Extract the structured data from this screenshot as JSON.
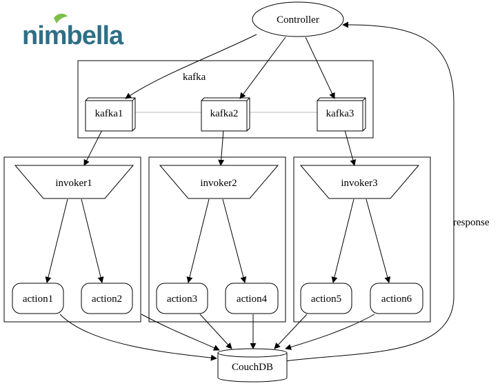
{
  "logo": {
    "text": "nimbella",
    "brand_color": "#2e6f86",
    "accent_color": "#7cc04b"
  },
  "diagram": {
    "controller": "Controller",
    "cluster_label": "kafka",
    "kafka_nodes": [
      "kafka1",
      "kafka2",
      "kafka3"
    ],
    "invokers": [
      "invoker1",
      "invoker2",
      "invoker3"
    ],
    "actions": [
      "action1",
      "action2",
      "action3",
      "action4",
      "action5",
      "action6"
    ],
    "database": "CouchDB",
    "edge_label_response": "response"
  }
}
